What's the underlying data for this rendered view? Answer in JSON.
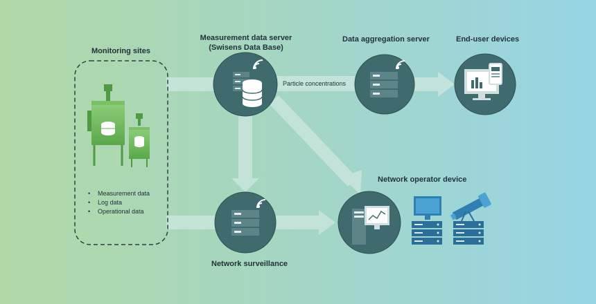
{
  "labels": {
    "monitoring_sites": "Monitoring sites",
    "measurement_server_line1": "Measurement data server",
    "measurement_server_line2": "(Swisens Data Base)",
    "aggregation_server": "Data aggregation server",
    "end_user_devices": "End-user devices",
    "network_operator_device": "Network operator device",
    "network_surveillance": "Network surveillance",
    "edge_particle": "Particle concentrations"
  },
  "monitoring_data_items": [
    "Measurement data",
    "Log data",
    "Operational data"
  ],
  "icons": {
    "measurement_server": "database-server-wifi-icon",
    "aggregation_server": "server-wifi-icon",
    "end_user": "monitor-tablet-icon",
    "surveillance": "server-wifi-icon",
    "operator": "workstation-chart-icon",
    "operator_extra": [
      "monitor-server-icon",
      "telescope-server-icon"
    ],
    "sites": "monitoring-station-icon"
  },
  "colors": {
    "node_fill": "#3e6a6d",
    "node_stroke": "#2b4f52",
    "arrow": "#c8e5dc",
    "station_green": "#6ab65a",
    "accent_blue": "#3a8fbf"
  }
}
